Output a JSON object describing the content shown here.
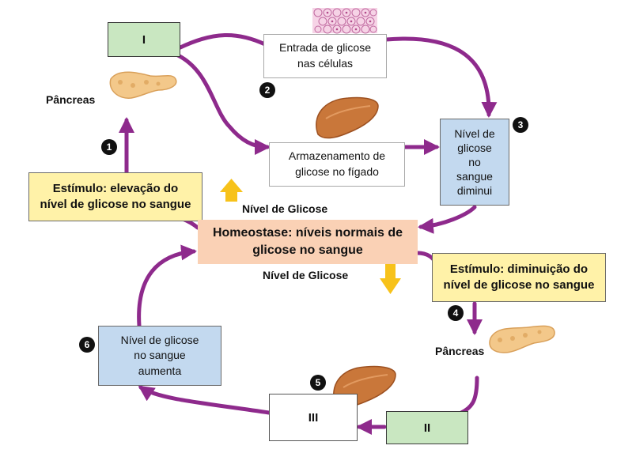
{
  "boxes": {
    "box_I": "I",
    "box_II": "II",
    "box_III": "III",
    "entrada": "Entrada de glicose\nnas células",
    "armazenamento": "Armazenamento de\nglicose no fígado",
    "nivel_diminui": "Nível de\nglicose\nno\nsangue\ndiminui",
    "nivel_aumenta": "Nível de glicose\nno sangue\naumenta",
    "estimulo_elevacao": "Estímulo: elevação do\nnível de glicose no sangue",
    "estimulo_diminuicao": "Estímulo: diminuição do\nnível de glicose no sangue",
    "homeostase": "Homeostase: níveis normais de\nglicose no sangue"
  },
  "labels": {
    "pancreas_top": "Pâncreas",
    "pancreas_bottom": "Pâncreas",
    "nivel_glicose_up": "Nível de Glicose",
    "nivel_glicose_down": "Nível de Glicose"
  },
  "steps": [
    "1",
    "2",
    "3",
    "4",
    "5",
    "6"
  ],
  "colors": {
    "arrow": "#8e2a8c",
    "green_box": "#c9e7c1",
    "blue_box": "#c3d9ef",
    "yellow_box": "#fff2a8",
    "homeostasis_box": "#fad1b5",
    "liver": "#c9773a",
    "pancreas": "#f3c88a",
    "up_down_arrow": "#f7c21a"
  },
  "icons": [
    "pancreas-icon",
    "liver-icon",
    "cells-icon",
    "up-arrow-icon",
    "down-arrow-icon"
  ]
}
